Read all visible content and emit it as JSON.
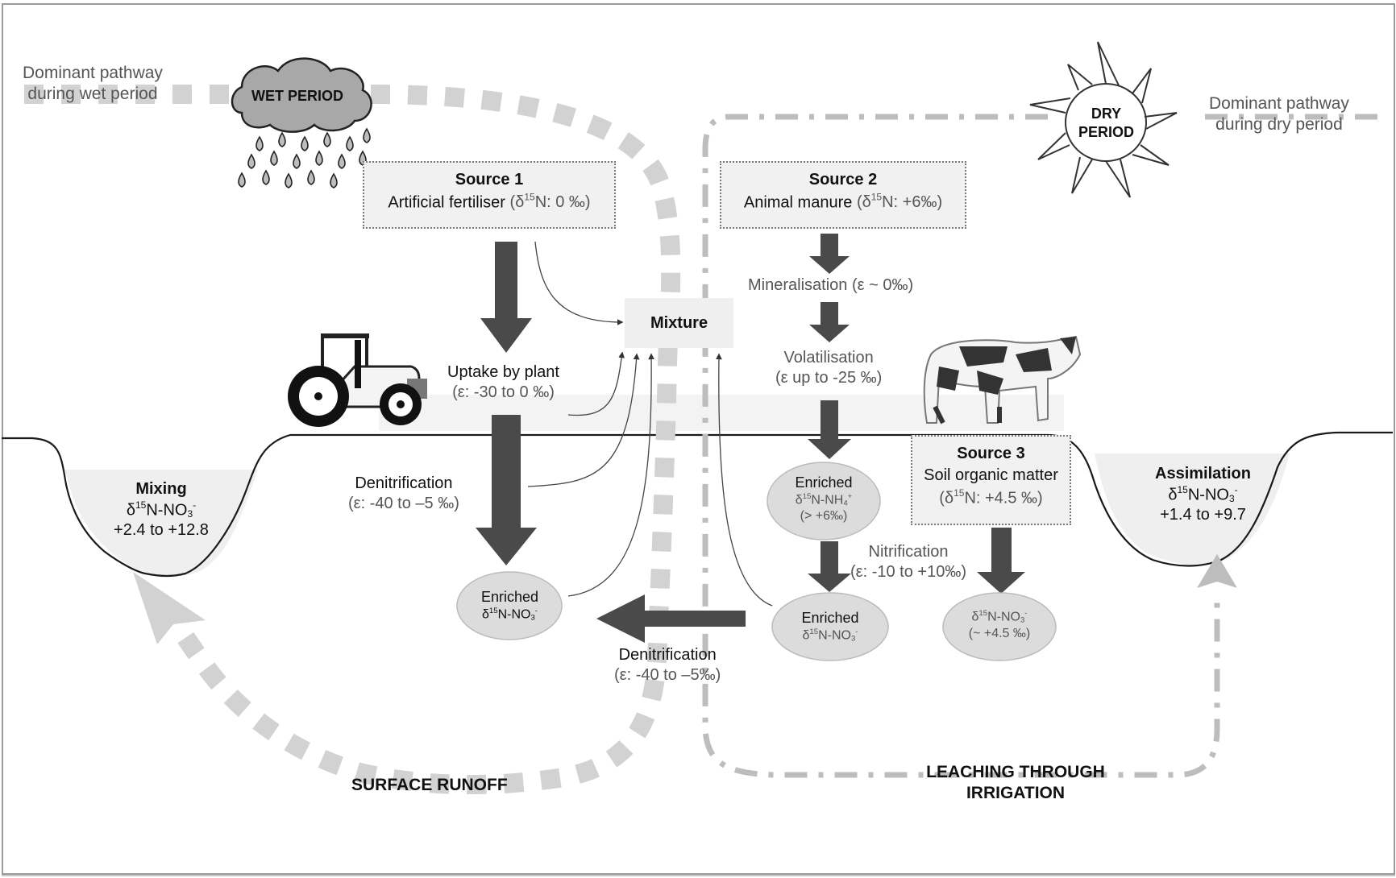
{
  "legend": {
    "wet_pathway": [
      "Dominant pathway",
      "during wet period"
    ],
    "dry_pathway": [
      "Dominant pathway",
      "during dry period"
    ],
    "wet_period_label": "WET PERIOD",
    "dry_period_label": [
      "DRY",
      "PERIOD"
    ]
  },
  "sources": [
    {
      "title": "Source 1",
      "name": "Artificial fertiliser",
      "delta_prefix": "(δ",
      "mass": "15",
      "delta_suffix": "N: 0 ‰)"
    },
    {
      "title": "Source 2",
      "name": "Animal manure",
      "delta_prefix": "(δ",
      "mass": "15",
      "delta_suffix": "N: +6‰)"
    },
    {
      "title": "Source 3",
      "name": "Soil organic matter",
      "delta_prefix": "(δ",
      "mass": "15",
      "delta_suffix": "N: +4.5 ‰)"
    }
  ],
  "mixture_label": "Mixture",
  "processes": {
    "uptake": [
      "Uptake by plant",
      "(ε:  -30 to 0 ‰)"
    ],
    "denitrification_left": [
      "Denitrification",
      "(ε: -40 to –5 ‰)"
    ],
    "mineralisation": "Mineralisation (ε ~ 0‰)",
    "volatilisation": [
      "Volatilisation",
      "(ε up to -25 ‰)"
    ],
    "nitrification": [
      "Nitrification",
      "(ε: -10 to +10‰)"
    ],
    "denitrification_bottom": [
      "Denitrification",
      "(ε: -40 to –5‰)"
    ]
  },
  "pools": {
    "enriched_no3_left": {
      "line1": "Enriched",
      "line2_prefix": "δ",
      "mass": "15",
      "line2_mid": "N-NO",
      "sub": "3",
      "sup": "-"
    },
    "enriched_nh4": {
      "line1": "Enriched",
      "line2_prefix": "δ",
      "mass": "15",
      "line2_mid": "N-NH",
      "sub": "4",
      "sup": "+",
      "line3": "(> +6‰)"
    },
    "enriched_no3_right": {
      "line1": "Enriched",
      "line2_prefix": "δ",
      "mass": "15",
      "line2_mid": "N-NO",
      "sub": "3",
      "sup": "-"
    },
    "soil_no3": {
      "line2_prefix": "δ",
      "mass": "15",
      "line2_mid": "N-NO",
      "sub": "3",
      "sup": "-",
      "line3": "(~ +4.5 ‰)"
    }
  },
  "water_bodies": {
    "mixing": {
      "title": "Mixing",
      "prefix": "δ",
      "mass": "15",
      "mid": "N-NO",
      "sub": "3",
      "sup": "-",
      "range": "+2.4 to +12.8"
    },
    "assimilation": {
      "title": "Assimilation",
      "prefix": "δ",
      "mass": "15",
      "mid": "N-NO",
      "sub": "3",
      "sup": "-",
      "range": "+1.4 to +9.7"
    }
  },
  "pathways": {
    "surface_runoff": "SURFACE RUNOFF",
    "leaching": [
      "LEACHING THROUGH",
      "IRRIGATION"
    ]
  },
  "colors": {
    "arrow": "#4a4a4a",
    "wet_path": "#d2d2d2",
    "dry_path": "#bdbdbd",
    "pool_fill": "#dcdcdc",
    "water_fill": "#efefef",
    "cloud_fill": "#a8a8a8"
  }
}
